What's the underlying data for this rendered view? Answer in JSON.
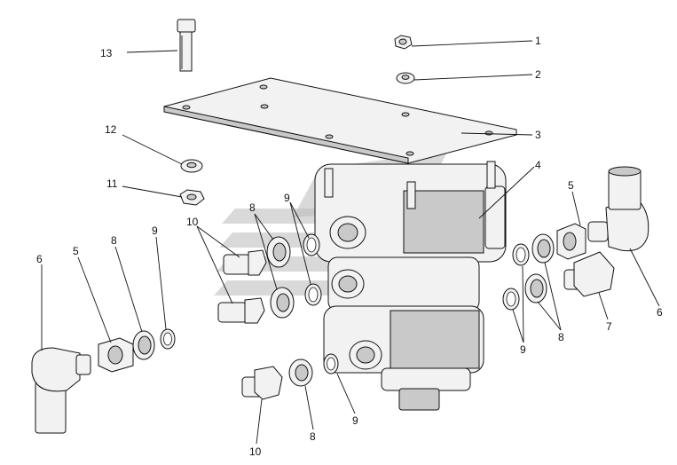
{
  "labels": [
    {
      "id": "l1",
      "text": "1"
    },
    {
      "id": "l2",
      "text": "2"
    },
    {
      "id": "l3",
      "text": "3"
    },
    {
      "id": "l4",
      "text": "4"
    },
    {
      "id": "l5r",
      "text": "5"
    },
    {
      "id": "l6r",
      "text": "6"
    },
    {
      "id": "l7",
      "text": "7"
    },
    {
      "id": "l8r",
      "text": "8"
    },
    {
      "id": "l9r",
      "text": "9"
    },
    {
      "id": "l13",
      "text": "13"
    },
    {
      "id": "l12",
      "text": "12"
    },
    {
      "id": "l11",
      "text": "11"
    },
    {
      "id": "l10a",
      "text": "10"
    },
    {
      "id": "l8a",
      "text": "8"
    },
    {
      "id": "l9a",
      "text": "9"
    },
    {
      "id": "l6l",
      "text": "6"
    },
    {
      "id": "l5l",
      "text": "5"
    },
    {
      "id": "l8l",
      "text": "8"
    },
    {
      "id": "l9l",
      "text": "9"
    },
    {
      "id": "l9b",
      "text": "9"
    },
    {
      "id": "l8b",
      "text": "8"
    },
    {
      "id": "l10b",
      "text": "10"
    }
  ]
}
